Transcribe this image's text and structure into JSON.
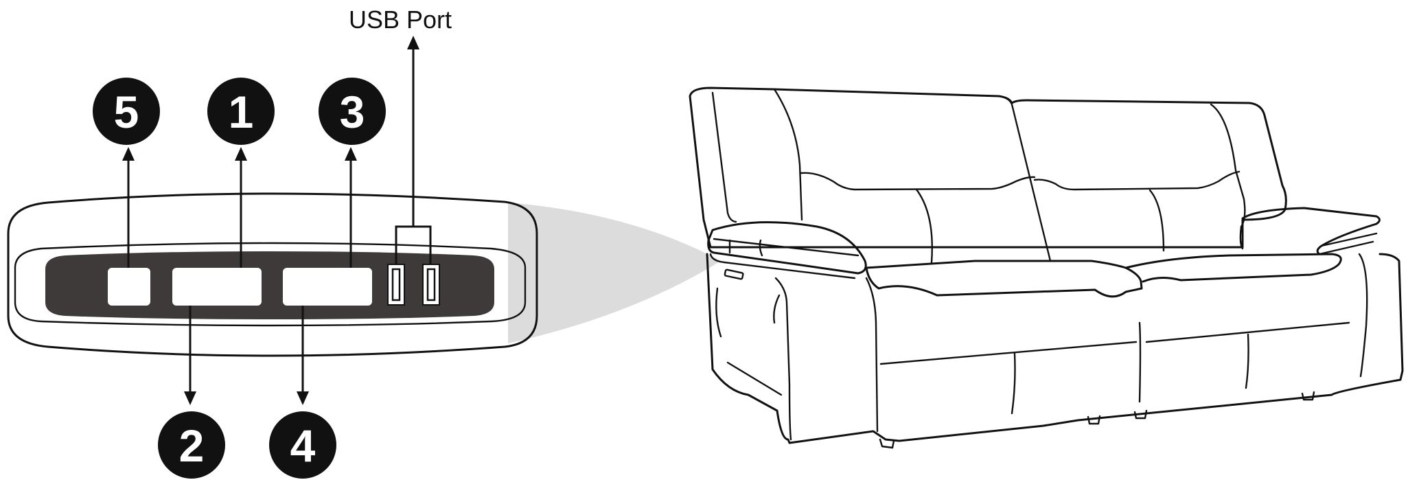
{
  "usb_port_label": "USB Port",
  "callouts": [
    {
      "number": "5",
      "target": "button-left-small"
    },
    {
      "number": "1",
      "target": "button-upper-wide-1"
    },
    {
      "number": "3",
      "target": "button-upper-wide-2"
    },
    {
      "number": "2",
      "target": "button-lower-wide-1"
    },
    {
      "number": "4",
      "target": "button-lower-wide-2"
    }
  ],
  "colors": {
    "panel_dark": "#3d3a39",
    "zoom_beam": "#dcdcdc",
    "line": "#111111",
    "callout_fill": "#111111"
  }
}
